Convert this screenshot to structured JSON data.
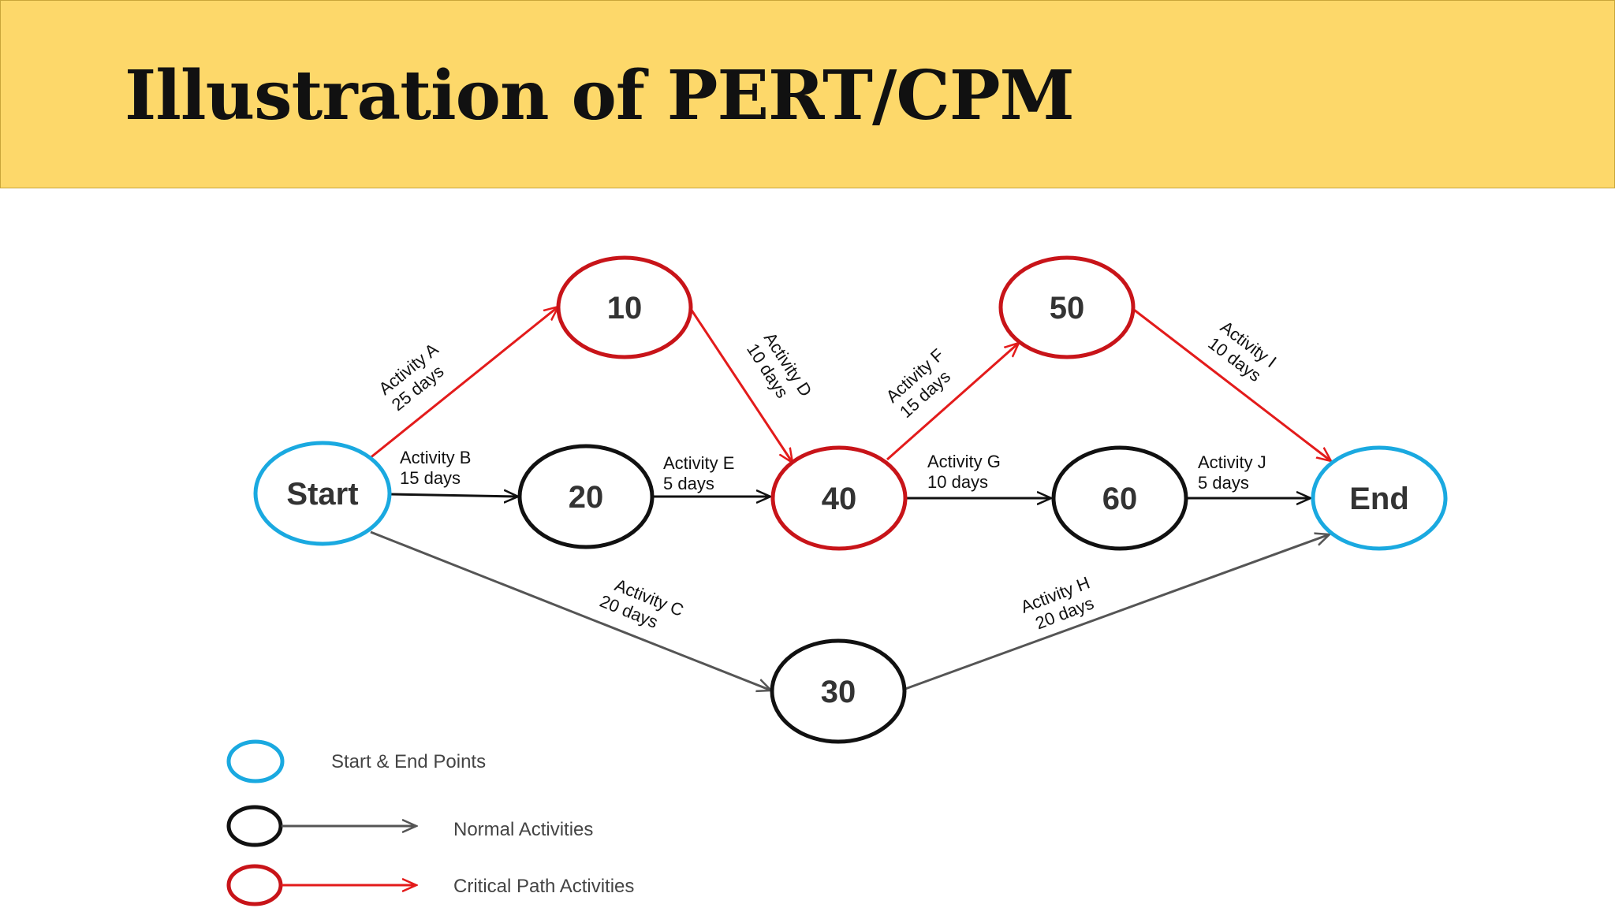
{
  "title": "Illustration of PERT/CPM",
  "colors": {
    "banner": "#fdd86a",
    "start_end": "#1aa9e0",
    "normal": "#111111",
    "normal_arrow": "#555555",
    "critical": "#c81419",
    "critical_arrow": "#e31b1b"
  },
  "nodes": {
    "start": "Start",
    "n10": "10",
    "n20": "20",
    "n30": "30",
    "n40": "40",
    "n50": "50",
    "n60": "60",
    "end": "End"
  },
  "activities": {
    "a": {
      "name": "Activity A",
      "duration": "25 days"
    },
    "b": {
      "name": "Activity B",
      "duration": "15 days"
    },
    "c": {
      "name": "Activity C",
      "duration": "20 days"
    },
    "d": {
      "name": "Activity D",
      "duration": "10 days"
    },
    "e": {
      "name": "Activity E",
      "duration": "5 days"
    },
    "f": {
      "name": "Activity F",
      "duration": "15 days"
    },
    "g": {
      "name": "Activity G",
      "duration": "10 days"
    },
    "h": {
      "name": "Activity H",
      "duration": "20 days"
    },
    "i": {
      "name": "Activity I",
      "duration": "10 days"
    },
    "j": {
      "name": "Activity J",
      "duration": "5 days"
    }
  },
  "legend": {
    "start_end": "Start & End Points",
    "normal": "Normal Activities",
    "critical": "Critical Path Activities"
  }
}
